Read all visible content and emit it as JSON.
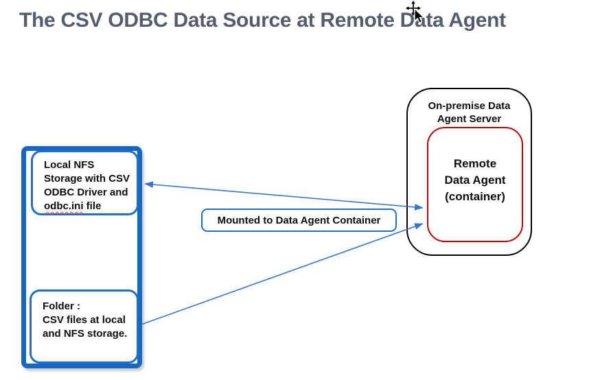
{
  "title": "The CSV ODBC Data Source at Remote Data Agent",
  "colors": {
    "title_text": "#535D6C",
    "outer_frame_border": "#1666C4",
    "inner_box_border": "#1E6FD0",
    "arrow": "#3575D4",
    "server_border": "#000000",
    "container_border": "#C00000",
    "misspell_underline": "#E0443A",
    "body_text": "#0D0D0D",
    "background": "#FFFFFF"
  },
  "left_panel": {
    "storage_box": {
      "line1": "Local NFS",
      "line2": "Storage with CSV",
      "line3": "ODBC Driver and",
      "line4_token": "odbc.ini",
      "line4_suffix": " file"
    },
    "folder_box": {
      "line1": "Folder :",
      "line2": "CSV files at local",
      "line3": "and NFS storage."
    }
  },
  "mount_label": "Mounted to Data Agent Container",
  "server_box": {
    "line1": "On-premise Data",
    "line2": "Agent Server"
  },
  "container_box": {
    "line1": "Remote",
    "line2": "Data Agent",
    "line3": "(container)"
  },
  "connectors": [
    {
      "between": "remote-data-agent-container and local-nfs-storage-box",
      "style": "double-headed-arrow"
    },
    {
      "between": "folder-box and remote-data-agent-container",
      "style": "arrow-to-container"
    }
  ],
  "cursor_icon": "move-cursor"
}
